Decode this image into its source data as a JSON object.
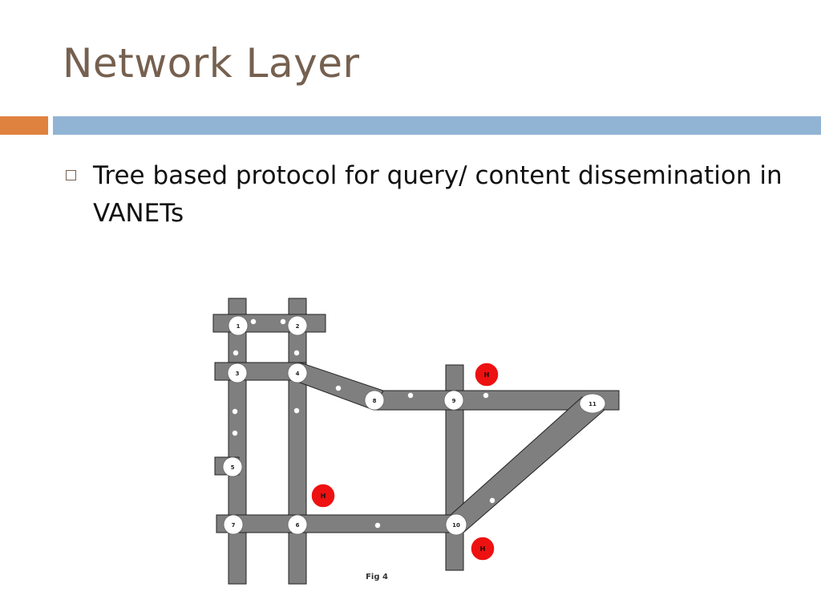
{
  "slide": {
    "title": "Network Layer",
    "bullet": "Tree based protocol for query/ content dissemination in VANETs"
  },
  "colors": {
    "title": "#76604f",
    "accent_orange": "#e0823f",
    "accent_blue": "#92b4d4",
    "road": "#7f7f7f",
    "road_edge": "#222222",
    "hotspot": "#ee1111"
  },
  "diagram": {
    "caption": "Fig 4",
    "intersections": [
      "1",
      "2",
      "3",
      "4",
      "5",
      "6",
      "7",
      "8",
      "9",
      "10",
      "11"
    ],
    "hotspots": [
      "H",
      "H",
      "H"
    ]
  }
}
